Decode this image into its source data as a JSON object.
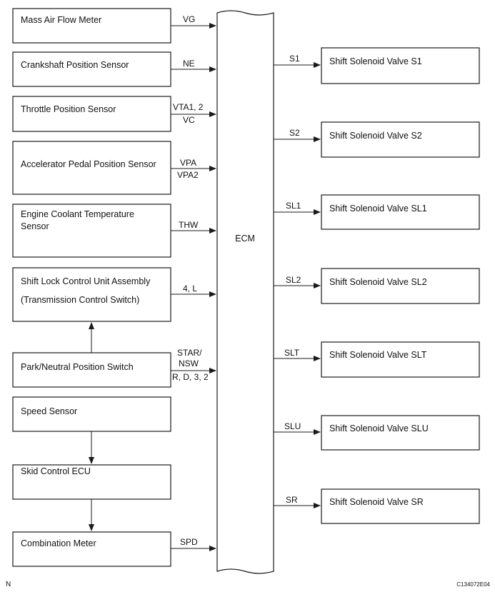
{
  "ecm_label": "ECM",
  "inputs": [
    {
      "label_lines": [
        "Mass Air Flow Meter"
      ],
      "signals": [
        "VG"
      ]
    },
    {
      "label_lines": [
        "Crankshaft Position Sensor"
      ],
      "signals": [
        "NE"
      ]
    },
    {
      "label_lines": [
        "Throttle Position Sensor"
      ],
      "signals": [
        "VTA1, 2",
        "VC"
      ]
    },
    {
      "label_lines": [
        "Accelerator Pedal Position Sensor"
      ],
      "signals": [
        "VPA",
        "VPA2"
      ]
    },
    {
      "label_lines": [
        "Engine Coolant Temperature",
        "Sensor"
      ],
      "signals": [
        "THW"
      ]
    },
    {
      "label_lines": [
        "Shift Lock Control Unit Assembly",
        "(Transmission Control Switch)"
      ],
      "signals": [
        "4, L"
      ]
    },
    {
      "label_lines": [
        "Park/Neutral Position Switch"
      ],
      "signals": [
        "STAR/",
        "NSW",
        "R, D, 3, 2"
      ]
    },
    {
      "label_lines": [
        "Speed Sensor"
      ],
      "signals": []
    },
    {
      "label_lines": [
        "Skid Control ECU"
      ],
      "signals": []
    },
    {
      "label_lines": [
        "Combination Meter"
      ],
      "signals": [
        "SPD"
      ]
    }
  ],
  "outputs": [
    {
      "signal": "S1",
      "label": "Shift Solenoid Valve S1"
    },
    {
      "signal": "S2",
      "label": "Shift Solenoid Valve S2"
    },
    {
      "signal": "SL1",
      "label": "Shift Solenoid Valve SL1"
    },
    {
      "signal": "SL2",
      "label": "Shift Solenoid Valve SL2"
    },
    {
      "signal": "SLT",
      "label": "Shift Solenoid Valve SLT"
    },
    {
      "signal": "SLU",
      "label": "Shift Solenoid Valve SLU"
    },
    {
      "signal": "SR",
      "label": "Shift Solenoid Valve SR"
    }
  ],
  "footer": {
    "left_mark": "N",
    "figure_code": "C134072E04"
  }
}
